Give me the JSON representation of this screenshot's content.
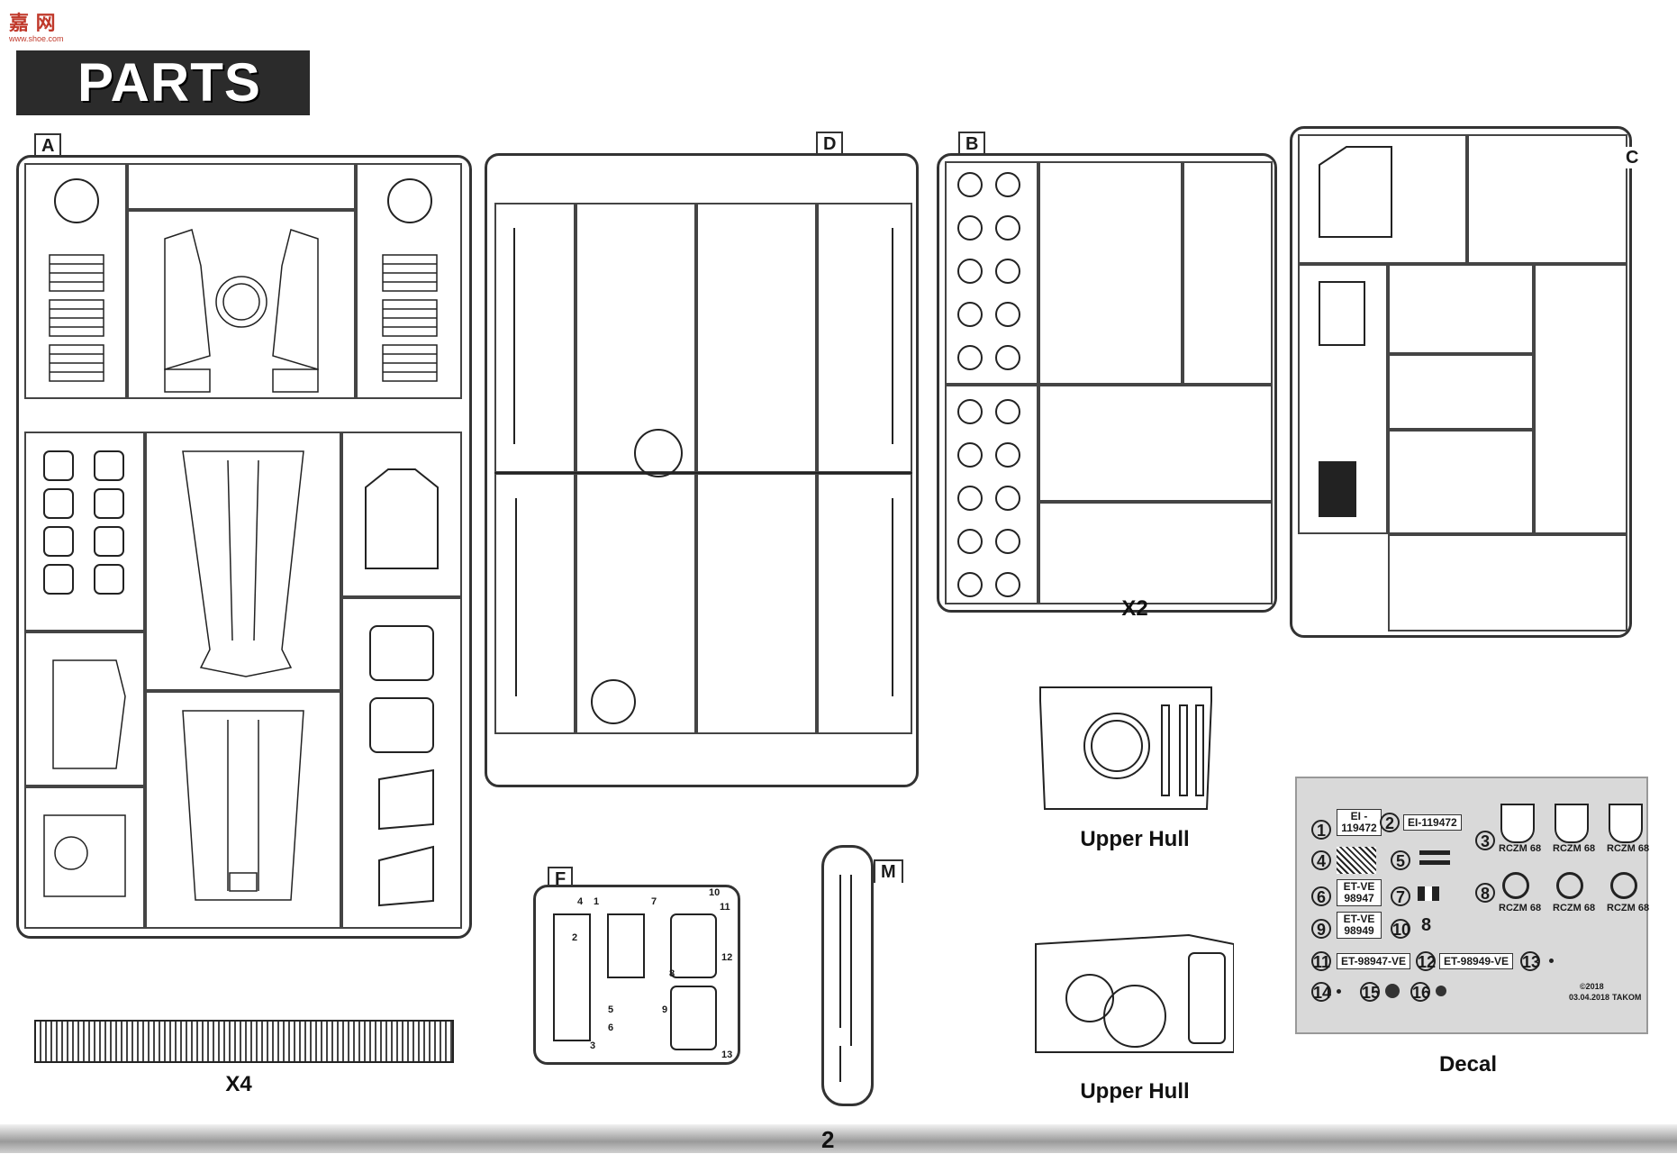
{
  "watermark": {
    "logo": "嘉 网",
    "url": "www.shoe.com"
  },
  "header": {
    "title": "PARTS"
  },
  "sprues": {
    "A": {
      "label": "A"
    },
    "D": {
      "label": "D"
    },
    "B": {
      "label": "B"
    },
    "C": {
      "label": "C"
    },
    "F": {
      "label": "F"
    },
    "M": {
      "label": "M"
    }
  },
  "f_numbers": [
    "1",
    "2",
    "3",
    "4",
    "5",
    "6",
    "7",
    "8",
    "9",
    "10",
    "11",
    "12",
    "13"
  ],
  "captions": {
    "tracks": "X4",
    "sprue_b": "X2",
    "upper_hull_1": "Upper  Hull",
    "upper_hull_2": "Upper  Hull",
    "decal": "Decal"
  },
  "decals": {
    "n1": "1",
    "n2": "2",
    "n3": "3",
    "n4": "4",
    "n5": "5",
    "n6": "6",
    "n7": "7",
    "n8": "8",
    "n9": "9",
    "n10": "10",
    "n11": "11",
    "n12": "12",
    "n13": "13",
    "n14": "14",
    "n15": "15",
    "n16": "16",
    "d1": "EI - 119472",
    "d2": "EI-119472",
    "d6": "ET-VE 98947",
    "d9": "ET-VE 98949",
    "d10": "8",
    "d11": "ET-98947-VE",
    "d12": "ET-98949-VE",
    "rczm_a": "RCZM 68",
    "rczm_b": "RCZM 68",
    "rczm_c": "RCZM 68",
    "rczm_d": "RCZM 68",
    "rczm_e": "RCZM 68",
    "rczm_f": "RCZM 68",
    "copyright": "©2018",
    "date": "03.04.2018",
    "brand": "TAKOM"
  },
  "footer": {
    "page": "2"
  }
}
